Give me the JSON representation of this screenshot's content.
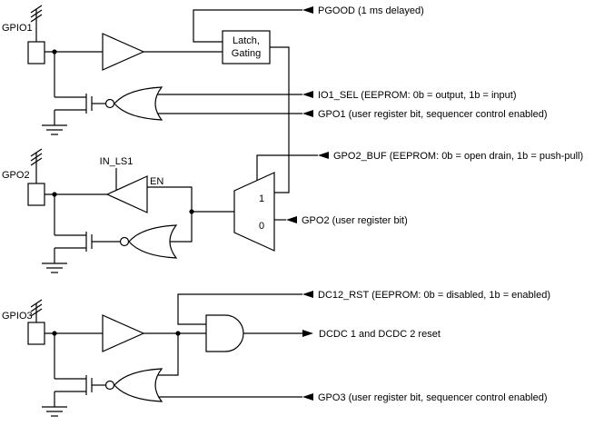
{
  "pins": {
    "gpio1": "GPIO1",
    "gpo2": "GPO2",
    "gpio3": "GPIO3"
  },
  "blocks": {
    "latch_line1": "Latch,",
    "latch_line2": "Gating",
    "in_ls1": "IN_LS1",
    "en": "EN",
    "mux_input_1": "1",
    "mux_input_0": "0"
  },
  "signals": {
    "pgood": "PGOOD (1 ms delayed)",
    "io1_sel": "IO1_SEL (EEPROM: 0b = output, 1b = input)",
    "gpo1": "GPO1 (user register bit, sequencer control enabled)",
    "gpo2_buf": "GPO2_BUF (EEPROM: 0b = open drain, 1b = push-pull)",
    "gpo2": "GPO2 (user register bit)",
    "dc12_rst": "DC12_RST (EEPROM: 0b = disabled, 1b = enabled)",
    "dcdc_reset": "DCDC 1 and DCDC 2 reset",
    "gpo3": "GPO3 (user register bit, sequencer control enabled)"
  },
  "colors": {
    "line": "#000000",
    "text": "#000000",
    "background": "#ffffff"
  }
}
